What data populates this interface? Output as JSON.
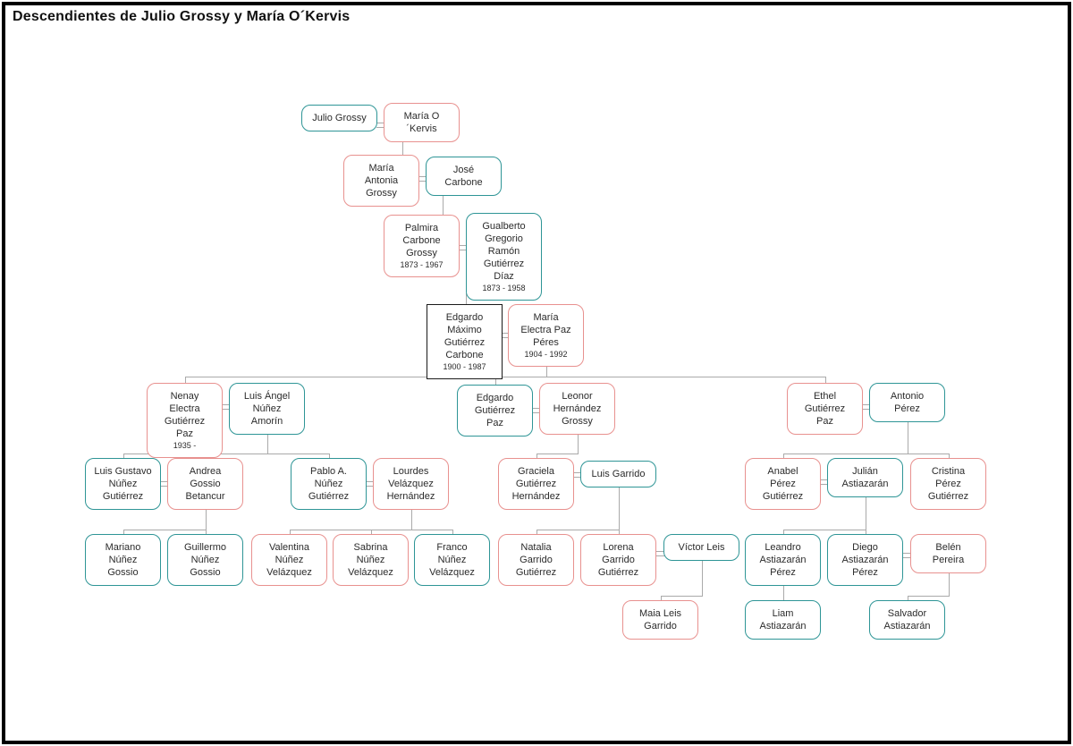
{
  "title": "Descendientes de Julio Grossy y María O´Kervis",
  "colors": {
    "male_box_border": "#2e9596",
    "female_box_border": "#e8918f",
    "root_box_border": "#1a1a1a",
    "connector": "#aaaaaa",
    "title_text": "#111111",
    "background": "#ffffff"
  },
  "people": [
    {
      "name": "Julio Grossy",
      "dates": "",
      "style": "teal"
    },
    {
      "name": "María O´Kervis",
      "dates": "",
      "style": "pink"
    },
    {
      "name": "María Antonia Grossy",
      "dates": "",
      "style": "pink"
    },
    {
      "name": "José Carbone",
      "dates": "",
      "style": "teal"
    },
    {
      "name": "Palmira Carbone Grossy",
      "dates": "1873 - 1967",
      "style": "pink"
    },
    {
      "name": "Gualberto Gregorio Ramón Gutiérrez Díaz",
      "dates": "1873 - 1958",
      "style": "teal"
    },
    {
      "name": "Edgardo Máximo Gutiérrez Carbone",
      "dates": "1900 - 1987",
      "style": "black"
    },
    {
      "name": "María Electra Paz Péres",
      "dates": "1904 - 1992",
      "style": "pink"
    },
    {
      "name": "Nenay Electra Gutiérrez Paz",
      "dates": "1935 -",
      "style": "pink"
    },
    {
      "name": "Luis Ángel Núñez Amorín",
      "dates": "",
      "style": "teal"
    },
    {
      "name": "Edgardo Gutiérrez Paz",
      "dates": "",
      "style": "teal"
    },
    {
      "name": "Leonor Hernández Grossy",
      "dates": "",
      "style": "pink"
    },
    {
      "name": "Ethel Gutiérrez Paz",
      "dates": "",
      "style": "pink"
    },
    {
      "name": "Antonio Pérez",
      "dates": "",
      "style": "teal"
    },
    {
      "name": "Luis Gustavo Núñez Gutiérrez",
      "dates": "",
      "style": "teal"
    },
    {
      "name": "Andrea Gossio Betancur",
      "dates": "",
      "style": "pink"
    },
    {
      "name": "Pablo A. Núñez Gutiérrez",
      "dates": "",
      "style": "teal"
    },
    {
      "name": "Lourdes Velázquez Hernández",
      "dates": "",
      "style": "pink"
    },
    {
      "name": "Graciela Gutiérrez Hernández",
      "dates": "",
      "style": "pink"
    },
    {
      "name": "Luis Garrido",
      "dates": "",
      "style": "teal"
    },
    {
      "name": "Anabel Pérez Gutiérrez",
      "dates": "",
      "style": "pink"
    },
    {
      "name": "Julián Astiazarán",
      "dates": "",
      "style": "teal"
    },
    {
      "name": "Cristina Pérez Gutiérrez",
      "dates": "",
      "style": "pink"
    },
    {
      "name": "Mariano Núñez Gossio",
      "dates": "",
      "style": "teal"
    },
    {
      "name": "Guillermo Núñez Gossio",
      "dates": "",
      "style": "teal"
    },
    {
      "name": "Valentina Núñez Velázquez",
      "dates": "",
      "style": "pink"
    },
    {
      "name": "Sabrina Núñez Velázquez",
      "dates": "",
      "style": "pink"
    },
    {
      "name": "Franco Núñez Velázquez",
      "dates": "",
      "style": "teal"
    },
    {
      "name": "Natalia Garrido Gutiérrez",
      "dates": "",
      "style": "pink"
    },
    {
      "name": "Lorena Garrido Gutiérrez",
      "dates": "",
      "style": "pink"
    },
    {
      "name": "Víctor Leis",
      "dates": "",
      "style": "teal"
    },
    {
      "name": "Leandro Astiazarán Pérez",
      "dates": "",
      "style": "teal"
    },
    {
      "name": "Diego Astiazarán Pérez",
      "dates": "",
      "style": "teal"
    },
    {
      "name": "Belén Pereira",
      "dates": "",
      "style": "pink"
    },
    {
      "name": "Maia Leis Garrido",
      "dates": "",
      "style": "pink"
    },
    {
      "name": "Liam Astiazarán",
      "dates": "",
      "style": "teal"
    },
    {
      "name": "Salvador Astiazarán",
      "dates": "",
      "style": "teal"
    }
  ]
}
